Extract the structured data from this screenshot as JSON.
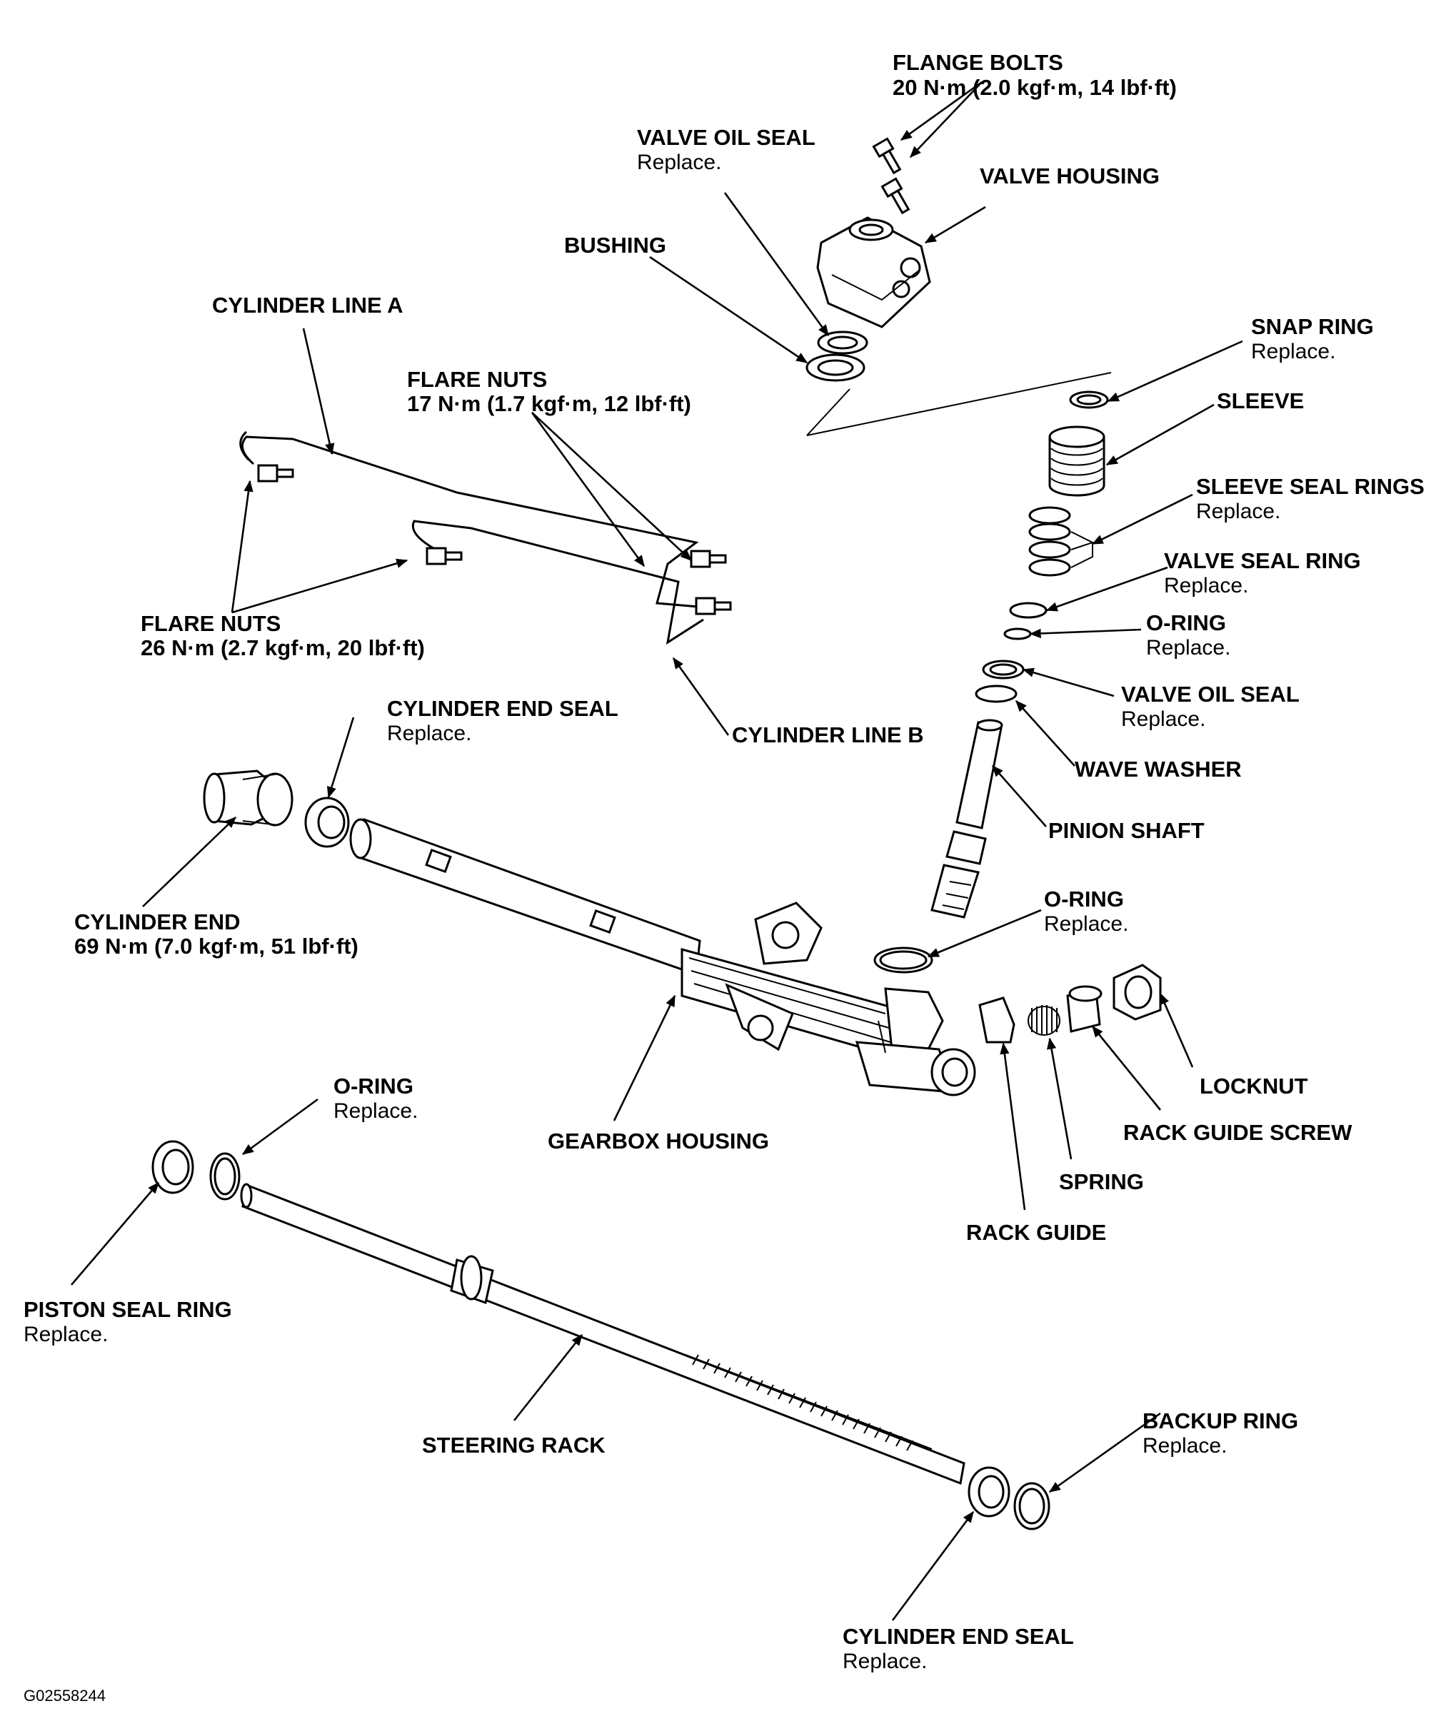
{
  "figure_ref": "G02558244",
  "callouts": {
    "flange_bolts": {
      "title": "FLANGE BOLTS",
      "spec": "20 N·m (2.0 kgf·m, 14 lbf·ft)"
    },
    "valve_oil_seal_top": {
      "title": "VALVE OIL SEAL",
      "note": "Replace."
    },
    "valve_housing": {
      "title": "VALVE HOUSING"
    },
    "bushing": {
      "title": "BUSHING"
    },
    "cylinder_line_a": {
      "title": "CYLINDER LINE A"
    },
    "flare_nuts_upper": {
      "title": "FLARE NUTS",
      "spec": "17 N·m (1.7 kgf·m, 12 lbf·ft)"
    },
    "snap_ring": {
      "title": "SNAP RING",
      "note": "Replace."
    },
    "sleeve": {
      "title": "SLEEVE"
    },
    "sleeve_seal_rings": {
      "title": "SLEEVE SEAL RINGS",
      "note": "Replace."
    },
    "valve_seal_ring": {
      "title": "VALVE SEAL RING",
      "note": "Replace."
    },
    "o_ring_pinion": {
      "title": "O-RING",
      "note": "Replace."
    },
    "flare_nuts_lower": {
      "title": "FLARE NUTS",
      "spec": "26 N·m (2.7 kgf·m, 20 lbf·ft)"
    },
    "valve_oil_seal_lower": {
      "title": "VALVE OIL SEAL",
      "note": "Replace."
    },
    "cylinder_end_seal_upper": {
      "title": "CYLINDER END SEAL",
      "note": "Replace."
    },
    "cylinder_line_b": {
      "title": "CYLINDER LINE B"
    },
    "wave_washer": {
      "title": "WAVE WASHER"
    },
    "pinion_shaft": {
      "title": "PINION SHAFT"
    },
    "cylinder_end": {
      "title": "CYLINDER END",
      "spec": "69 N·m (7.0 kgf·m, 51 lbf·ft)"
    },
    "o_ring_housing": {
      "title": "O-RING",
      "note": "Replace."
    },
    "locknut": {
      "title": "LOCKNUT"
    },
    "rack_guide_screw": {
      "title": "RACK GUIDE SCREW"
    },
    "o_ring_rack": {
      "title": "O-RING",
      "note": "Replace."
    },
    "gearbox_housing": {
      "title": "GEARBOX HOUSING"
    },
    "spring": {
      "title": "SPRING"
    },
    "rack_guide": {
      "title": "RACK GUIDE"
    },
    "piston_seal_ring": {
      "title": "PISTON SEAL RING",
      "note": "Replace."
    },
    "steering_rack": {
      "title": "STEERING RACK"
    },
    "backup_ring": {
      "title": "BACKUP RING",
      "note": "Replace."
    },
    "cylinder_end_seal_lower": {
      "title": "CYLINDER END SEAL",
      "note": "Replace."
    }
  }
}
